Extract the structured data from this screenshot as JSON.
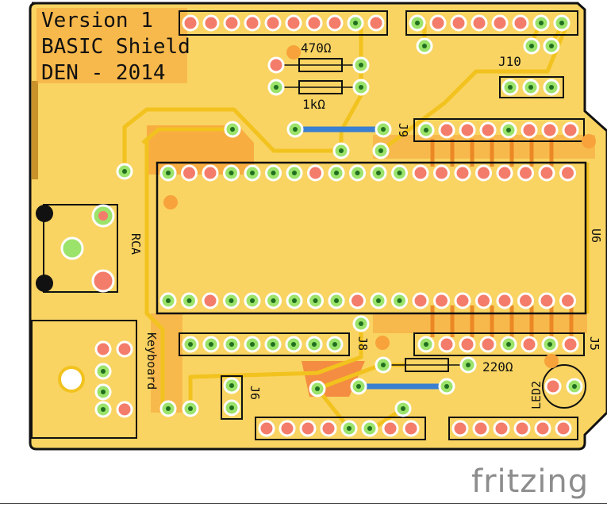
{
  "board": {
    "silkscreen_lines": [
      "Version 1",
      "BASIC Shield",
      "DEN - 2014"
    ],
    "labels": {
      "r_top": "470Ω",
      "r_mid": "1kΩ",
      "r_bottom": "220Ω",
      "j10": "J10",
      "j9": "J9",
      "u6": "U6",
      "rca": "RCA",
      "keyboard": "Keyboard",
      "j8": "J8",
      "j5": "J5",
      "j6": "J6",
      "led2": "LED2"
    }
  },
  "colors": {
    "board": "#f9d462",
    "trace": "#f2c21e",
    "copper_orange": "#f7a23a",
    "pad_green": "#9be36a",
    "pad_red": "#f47c6a",
    "jumper": "#3a7fd0"
  },
  "footer": {
    "brand": "fritzing"
  }
}
